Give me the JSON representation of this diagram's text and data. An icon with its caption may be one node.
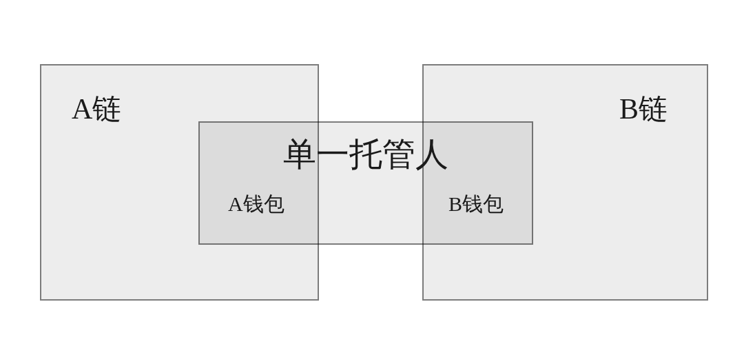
{
  "diagram": {
    "nodes": [
      {
        "text": [
          "A链"
        ]
      },
      {
        "text": [
          "B链"
        ]
      },
      {
        "text": [
          "单一托管人"
        ]
      }
    ],
    "labels": [
      "A钱包",
      "B钱包"
    ]
  }
}
